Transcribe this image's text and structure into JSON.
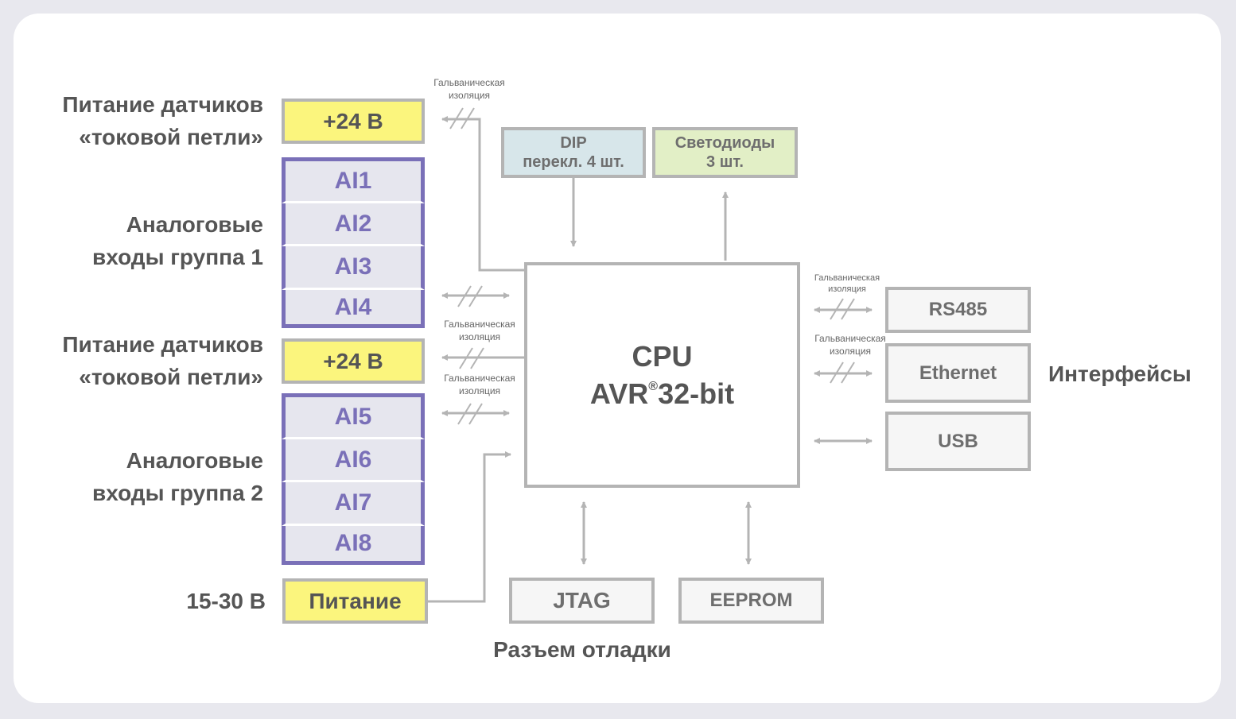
{
  "labels": {
    "power_sensors_1_line1": "Питание датчиков",
    "power_sensors_1_line2": "«токовой петли»",
    "analog_group1_line1": "Аналоговые",
    "analog_group1_line2": "входы группа 1",
    "power_sensors_2_line1": "Питание датчиков",
    "power_sensors_2_line2": "«токовой петли»",
    "analog_group2_line1": "Аналоговые",
    "analog_group2_line2": "входы группа 2",
    "supply_voltage": "15-30 В",
    "interfaces": "Интерфейсы",
    "debug_connector": "Разъем отладки"
  },
  "isolation": {
    "line1": "Гальваническая",
    "line2": "изоляция"
  },
  "boxes": {
    "plus24_1": "+24 В",
    "plus24_2": "+24 В",
    "power": "Питание",
    "ai": [
      "AI1",
      "AI2",
      "AI3",
      "AI4",
      "AI5",
      "AI6",
      "AI7",
      "AI8"
    ],
    "dip_line1": "DIP",
    "dip_line2": "перекл. 4 шт.",
    "leds_line1": "Светодиоды",
    "leds_line2": "3 шт.",
    "cpu_line1": "CPU",
    "cpu_line2_a": "AVR",
    "cpu_line2_reg": "®",
    "cpu_line2_b": "32-bit",
    "rs485": "RS485",
    "ethernet": "Ethernet",
    "usb": "USB",
    "jtag": "JTAG",
    "eeprom": "EEPROM"
  },
  "colors": {
    "background": "#e8e8ee",
    "panel": "#ffffff",
    "border_gray": "#b4b4b4",
    "power_yellow": "#fbf57d",
    "analog_purple": "#7a70b8",
    "dip_blue": "#d7e6ea",
    "led_green": "#e2efc6",
    "text": "#555555"
  }
}
